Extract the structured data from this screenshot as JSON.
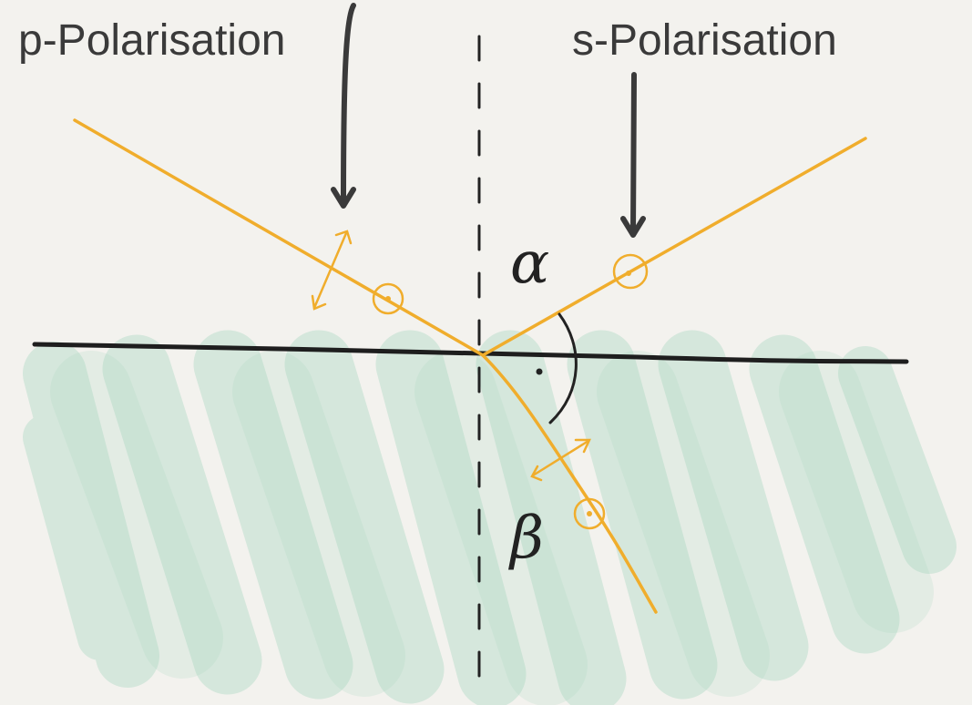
{
  "labels": {
    "p_polarisation": "p-Polarisation",
    "s_polarisation": "s-Polarisation",
    "alpha": "α",
    "beta": "β"
  },
  "colors": {
    "background": "#f3f2ee",
    "beam": "#f0ad2c",
    "medium": "#9fd3bb",
    "interface": "#1e1e1e",
    "arrow": "#3a3a3a",
    "normal": "#222222"
  }
}
